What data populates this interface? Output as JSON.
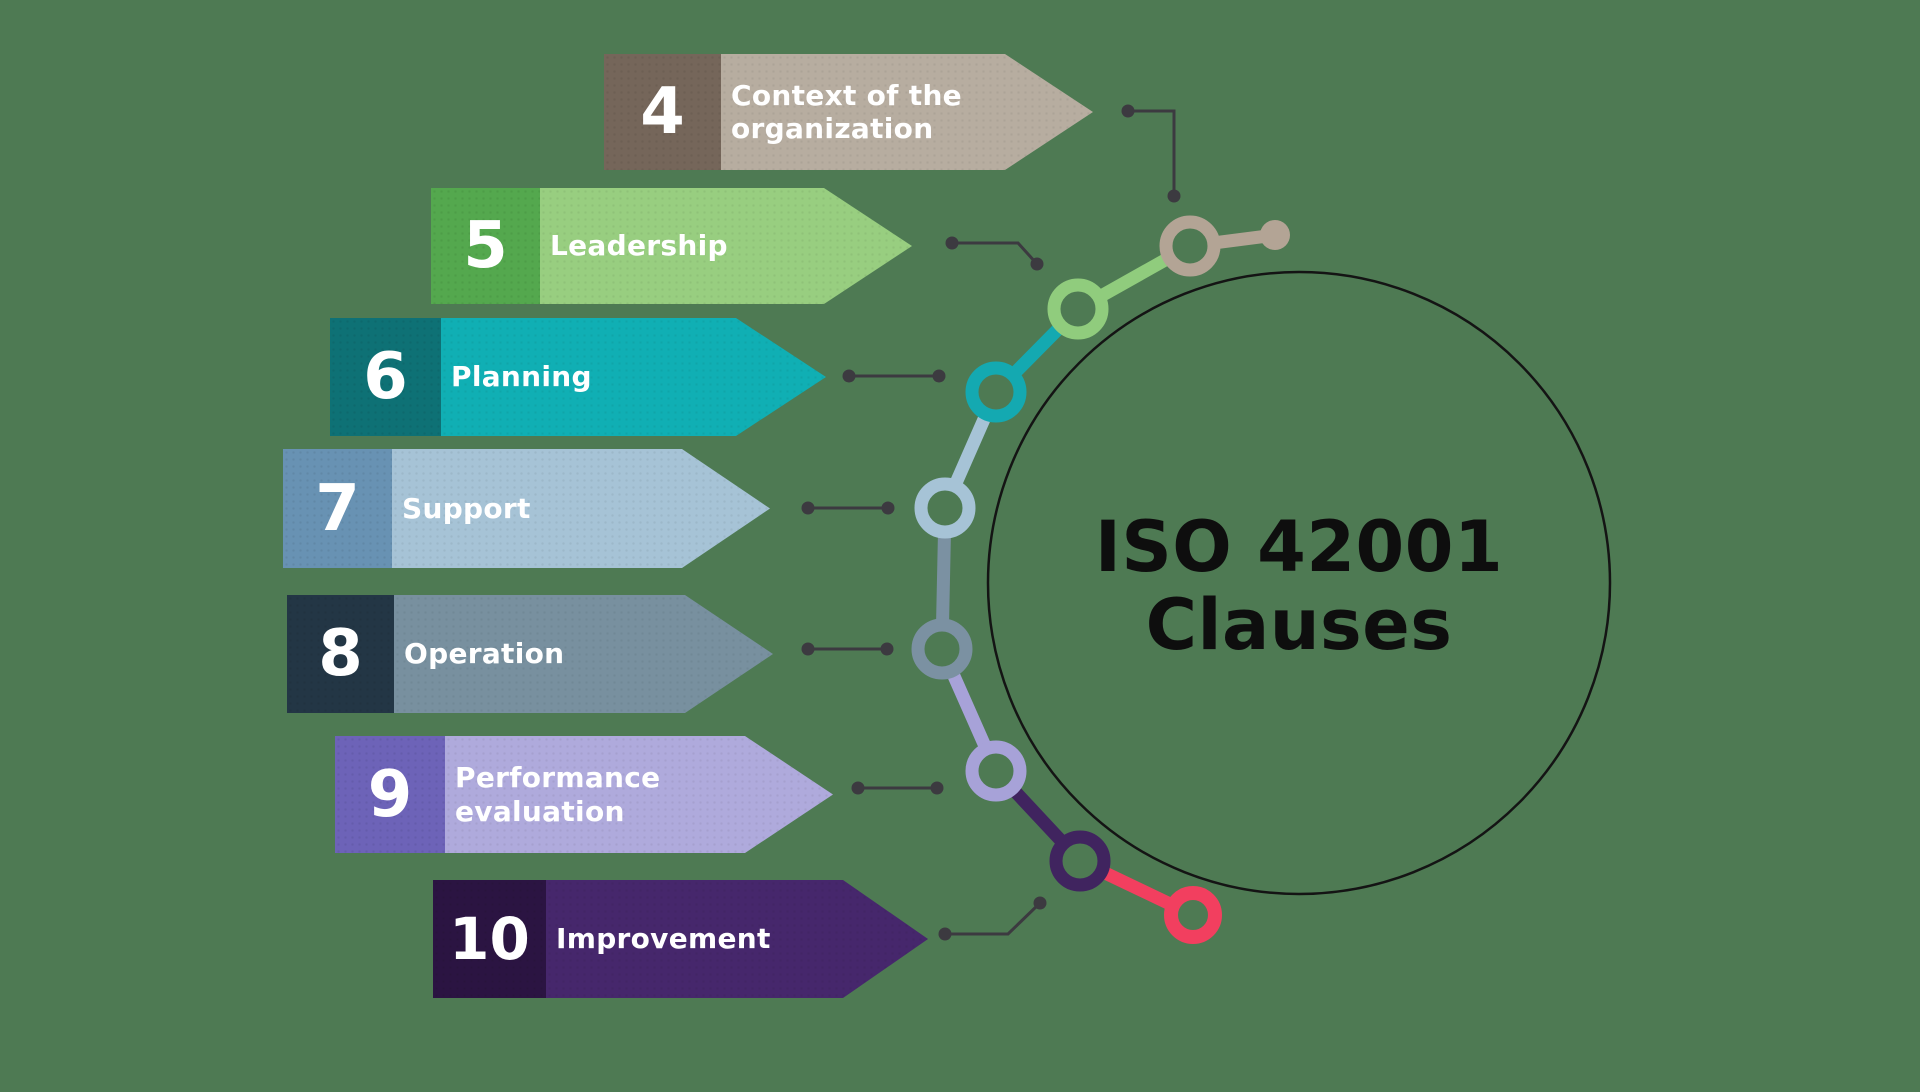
{
  "title": {
    "line1": "ISO 42001",
    "line2": "Clauses"
  },
  "colors": {
    "background": "#4E7A53",
    "circle_outline": "#141414",
    "connector": "#3C3A40",
    "start_ball": "#B3A495",
    "end_node": "#F23F5F",
    "title_text": "#0E0E0E",
    "banner_text": "#FFFFFF"
  },
  "banners": [
    {
      "number": "4",
      "label_lines": [
        "Context of the",
        "organization"
      ],
      "box_color": "#75665A",
      "body_color": "#B7ADA0",
      "node_color": "#B3A495"
    },
    {
      "number": "5",
      "label_lines": [
        "Leadership"
      ],
      "box_color": "#54A84E",
      "body_color": "#98CE80",
      "node_color": "#90CC7D"
    },
    {
      "number": "6",
      "label_lines": [
        "Planning"
      ],
      "box_color": "#0E7175",
      "body_color": "#10AFB4",
      "node_color": "#14A9B1"
    },
    {
      "number": "7",
      "label_lines": [
        "Support"
      ],
      "box_color": "#6892B3",
      "body_color": "#A6C3D6",
      "node_color": "#A6C3D6"
    },
    {
      "number": "8",
      "label_lines": [
        "Operation"
      ],
      "box_color": "#233645",
      "body_color": "#78909F",
      "node_color": "#7B91A2"
    },
    {
      "number": "9",
      "label_lines": [
        "Performance",
        "evaluation"
      ],
      "box_color": "#6D63B8",
      "body_color": "#AFAADC",
      "node_color": "#A7A2D8"
    },
    {
      "number": "10",
      "label_lines": [
        "Improvement"
      ],
      "box_color": "#2B1442",
      "body_color": "#46276C",
      "node_color": "#40245F"
    }
  ]
}
